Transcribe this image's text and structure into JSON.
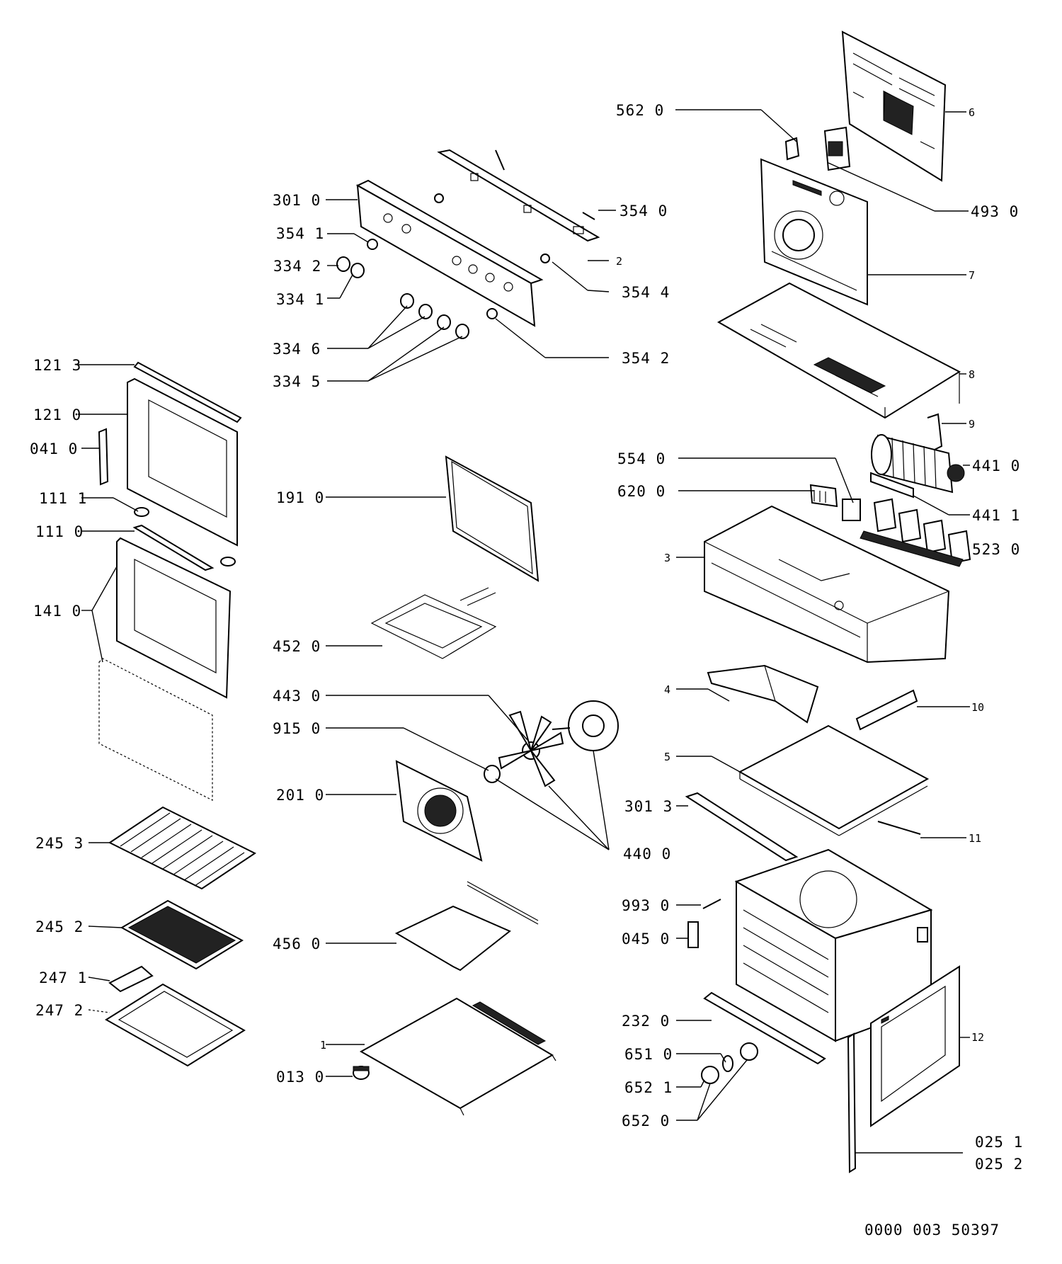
{
  "labels": {
    "p562_0": "562 0",
    "p301_0": "301 0",
    "p354_0": "354 0",
    "p354_1": "354 1",
    "p334_2": "334 2",
    "p334_1": "334 1",
    "p354_4": "354 4",
    "p334_6": "334 6",
    "p354_2": "354 2",
    "p334_5": "334 5",
    "p493_0": "493 0",
    "c6": "6",
    "c7": "7",
    "c8": "8",
    "c9": "9",
    "c2": "2",
    "p121_3": "121 3",
    "p121_0": "121 0",
    "p041_0": "041 0",
    "p111_1": "111 1",
    "p111_0": "111 0",
    "p141_0": "141 0",
    "p191_0": "191 0",
    "p554_0": "554 0",
    "p620_0": "620 0",
    "p441_0": "441 0",
    "p441_1": "441 1",
    "p523_0": "523 0",
    "c3": "3",
    "p452_0": "452 0",
    "p443_0": "443 0",
    "p915_0": "915 0",
    "p201_0": "201 0",
    "c4": "4",
    "c5": "5",
    "c10": "10",
    "p301_3": "301 3",
    "c11": "11",
    "p440_0": "440 0",
    "p245_3": "245 3",
    "p245_2": "245 2",
    "p247_1": "247 1",
    "p247_2": "247 2",
    "p456_0": "456 0",
    "p993_0": "993 0",
    "p045_0": "045 0",
    "p232_0": "232 0",
    "p651_0": "651 0",
    "p652_1": "652 1",
    "p652_0": "652 0",
    "c12": "12",
    "c1": "1",
    "p013_0": "013 0",
    "p025_1": "025 1",
    "p025_2": "025 2"
  },
  "drawing_number": "0000 003 50397"
}
